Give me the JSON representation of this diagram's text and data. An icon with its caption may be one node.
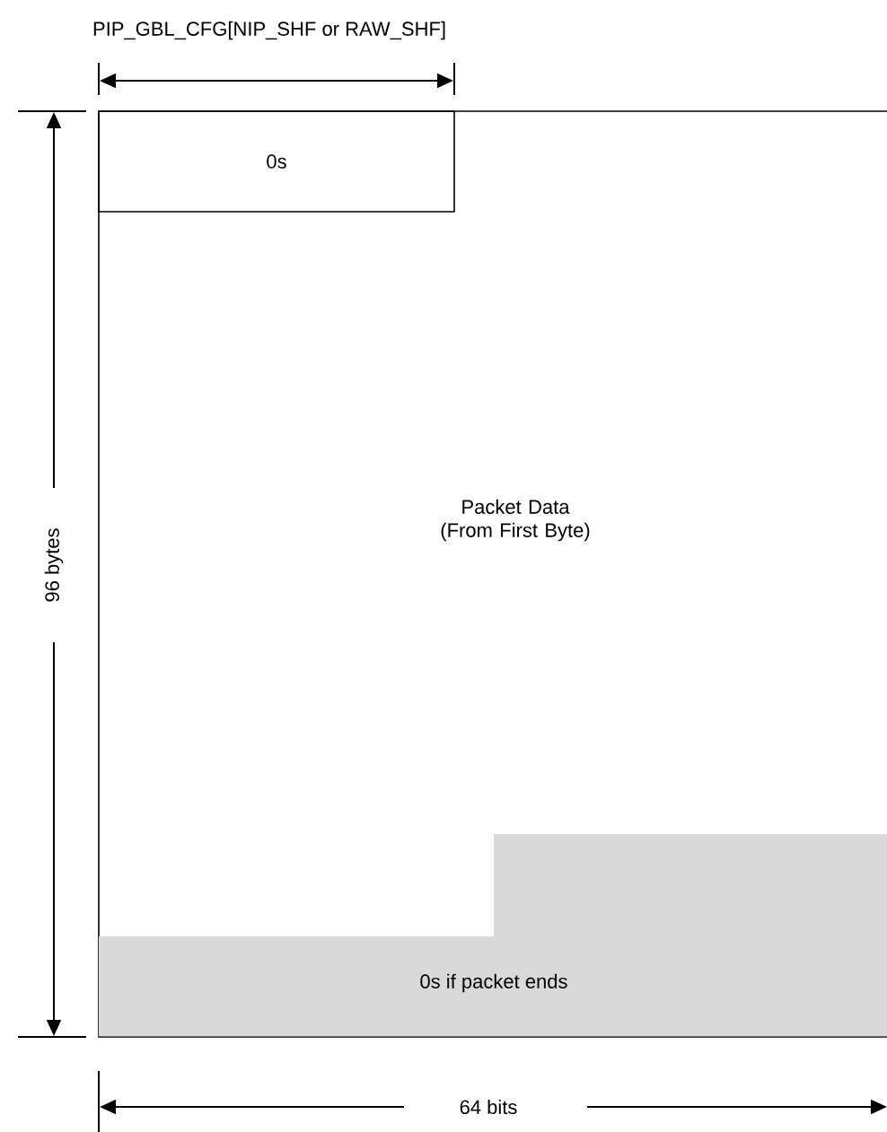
{
  "diagram": {
    "nodes": [
      {
        "text": [
          "Packet Data (From First Byte)"
        ]
      },
      {
        "text": [
          "0s"
        ],
        "in": 0
      },
      {
        "text": [
          "0s if packet ends"
        ],
        "in": 0
      }
    ],
    "labels": [
      "PIP_GBL_CFG[NIP_SHF or RAW_SHF]",
      "96 bytes",
      "64 bits"
    ]
  }
}
